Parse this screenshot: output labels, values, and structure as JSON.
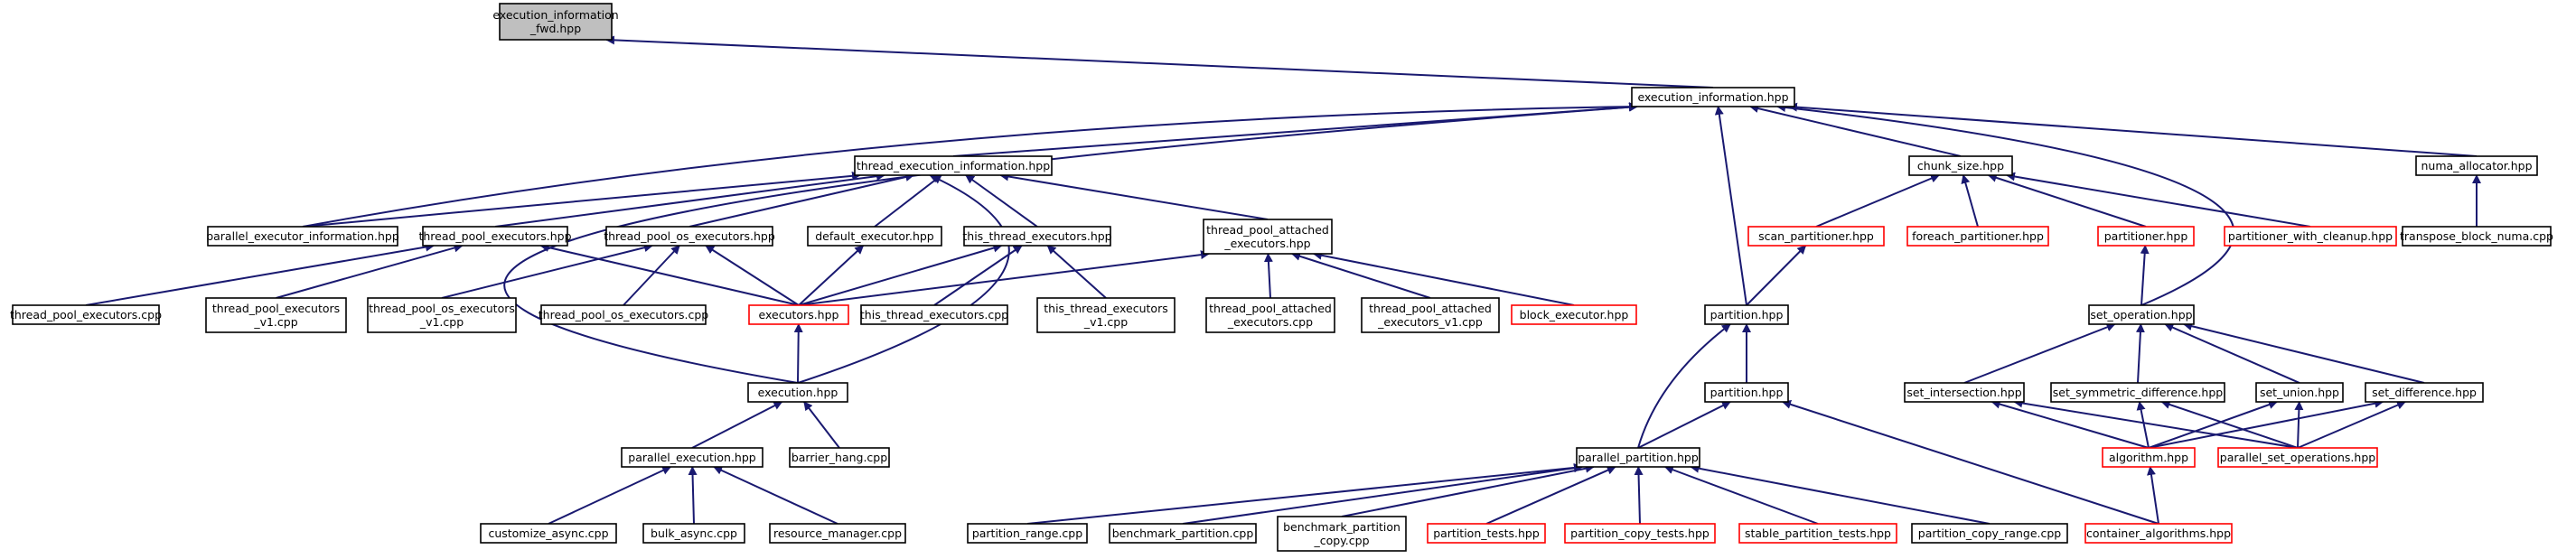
{
  "colors": {
    "edge": "#191970",
    "border_normal": "#000000",
    "border_red": "#ff0000",
    "fill_root": "#bfbfbf",
    "fill_node": "#ffffff"
  },
  "nodes": {
    "n_fwd": {
      "lines": [
        "execution_information",
        "_fwd.hpp"
      ],
      "style": "root"
    },
    "n_ei": {
      "lines": [
        "execution_information.hpp"
      ],
      "style": "normal"
    },
    "n_tei": {
      "lines": [
        "thread_execution_information.hpp"
      ],
      "style": "normal"
    },
    "n_pei": {
      "lines": [
        "parallel_executor_information.hpp"
      ],
      "style": "normal"
    },
    "n_tpe": {
      "lines": [
        "thread_pool_executors.hpp"
      ],
      "style": "normal"
    },
    "n_tpoe": {
      "lines": [
        "thread_pool_os_executors.hpp"
      ],
      "style": "normal"
    },
    "n_de": {
      "lines": [
        "default_executor.hpp"
      ],
      "style": "normal"
    },
    "n_tte": {
      "lines": [
        "this_thread_executors.hpp"
      ],
      "style": "normal"
    },
    "n_tpae": {
      "lines": [
        "thread_pool_attached",
        "_executors.hpp"
      ],
      "style": "normal"
    },
    "n_tpe_cpp": {
      "lines": [
        "thread_pool_executors.cpp"
      ],
      "style": "normal"
    },
    "n_tpe_v1": {
      "lines": [
        "thread_pool_executors",
        "_v1.cpp"
      ],
      "style": "normal"
    },
    "n_tpoe_v1": {
      "lines": [
        "thread_pool_os_executors",
        "_v1.cpp"
      ],
      "style": "normal"
    },
    "n_tpoe_cpp": {
      "lines": [
        "thread_pool_os_executors.cpp"
      ],
      "style": "normal"
    },
    "n_exe": {
      "lines": [
        "executors.hpp"
      ],
      "style": "red"
    },
    "n_tte_cpp": {
      "lines": [
        "this_thread_executors.cpp"
      ],
      "style": "normal"
    },
    "n_tte_v1": {
      "lines": [
        "this_thread_executors",
        "_v1.cpp"
      ],
      "style": "normal"
    },
    "n_tpae_cpp": {
      "lines": [
        "thread_pool_attached",
        "_executors.cpp"
      ],
      "style": "normal"
    },
    "n_tpae_v1": {
      "lines": [
        "thread_pool_attached",
        "_executors_v1.cpp"
      ],
      "style": "normal"
    },
    "n_be": {
      "lines": [
        "block_executor.hpp"
      ],
      "style": "red"
    },
    "n_exec": {
      "lines": [
        "execution.hpp"
      ],
      "style": "normal"
    },
    "n_pe": {
      "lines": [
        "parallel_execution.hpp"
      ],
      "style": "normal"
    },
    "n_bh": {
      "lines": [
        "barrier_hang.cpp"
      ],
      "style": "normal"
    },
    "n_ca": {
      "lines": [
        "customize_async.cpp"
      ],
      "style": "normal"
    },
    "n_ba": {
      "lines": [
        "bulk_async.cpp"
      ],
      "style": "normal"
    },
    "n_rm": {
      "lines": [
        "resource_manager.cpp"
      ],
      "style": "normal"
    },
    "n_cs": {
      "lines": [
        "chunk_size.hpp"
      ],
      "style": "normal"
    },
    "n_sp": {
      "lines": [
        "scan_partitioner.hpp"
      ],
      "style": "red"
    },
    "n_fp": {
      "lines": [
        "foreach_partitioner.hpp"
      ],
      "style": "red"
    },
    "n_pt": {
      "lines": [
        "partitioner.hpp"
      ],
      "style": "red"
    },
    "n_pwc": {
      "lines": [
        "partitioner_with_cleanup.hpp"
      ],
      "style": "red"
    },
    "n_na": {
      "lines": [
        "numa_allocator.hpp"
      ],
      "style": "normal"
    },
    "n_tbn": {
      "lines": [
        "transpose_block_numa.cpp"
      ],
      "style": "normal"
    },
    "n_part1": {
      "lines": [
        "partition.hpp"
      ],
      "style": "normal"
    },
    "n_part2": {
      "lines": [
        "partition.hpp"
      ],
      "style": "normal"
    },
    "n_so": {
      "lines": [
        "set_operation.hpp"
      ],
      "style": "normal"
    },
    "n_si": {
      "lines": [
        "set_intersection.hpp"
      ],
      "style": "normal"
    },
    "n_ssd": {
      "lines": [
        "set_symmetric_difference.hpp"
      ],
      "style": "normal"
    },
    "n_su": {
      "lines": [
        "set_union.hpp"
      ],
      "style": "normal"
    },
    "n_sd": {
      "lines": [
        "set_difference.hpp"
      ],
      "style": "normal"
    },
    "n_pp": {
      "lines": [
        "parallel_partition.hpp"
      ],
      "style": "normal"
    },
    "n_alg": {
      "lines": [
        "algorithm.hpp"
      ],
      "style": "red"
    },
    "n_pso": {
      "lines": [
        "parallel_set_operations.hpp"
      ],
      "style": "red"
    },
    "n_pr": {
      "lines": [
        "partition_range.cpp"
      ],
      "style": "normal"
    },
    "n_bp": {
      "lines": [
        "benchmark_partition.cpp"
      ],
      "style": "normal"
    },
    "n_bpc": {
      "lines": [
        "benchmark_partition",
        "_copy.cpp"
      ],
      "style": "normal"
    },
    "n_ptests": {
      "lines": [
        "partition_tests.hpp"
      ],
      "style": "red"
    },
    "n_pct": {
      "lines": [
        "partition_copy_tests.hpp"
      ],
      "style": "red"
    },
    "n_spt": {
      "lines": [
        "stable_partition_tests.hpp"
      ],
      "style": "red"
    },
    "n_pcr": {
      "lines": [
        "partition_copy_range.cpp"
      ],
      "style": "normal"
    },
    "n_cal": {
      "lines": [
        "container_algorithms.hpp"
      ],
      "style": "red"
    }
  }
}
